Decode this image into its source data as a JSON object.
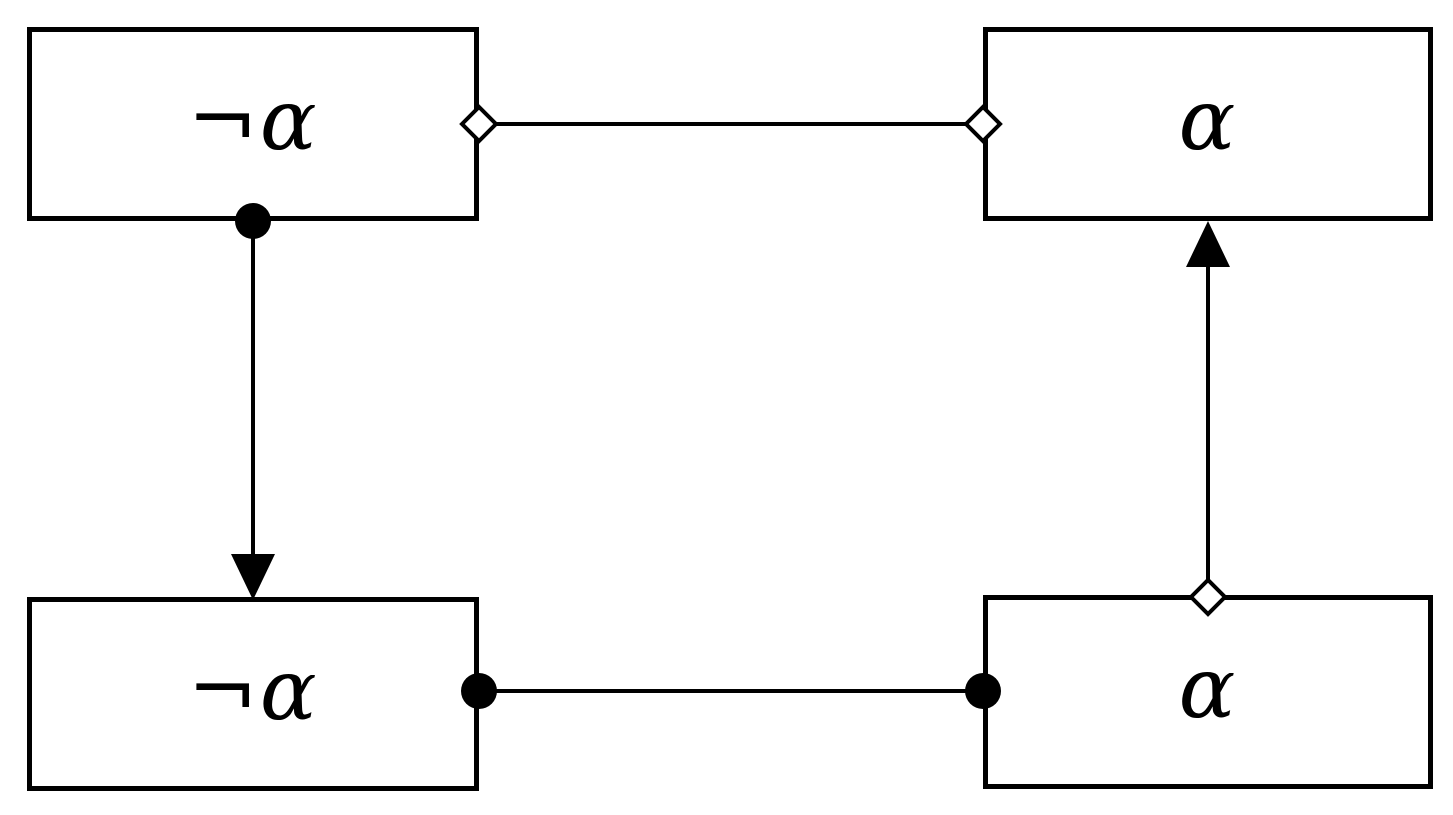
{
  "diagram": {
    "background_color": "#ffffff",
    "line_color": "#000000",
    "node_fill_color": "#ffffff",
    "nodes": [
      {
        "id": "top-left",
        "label": "¬α",
        "position": "top-left"
      },
      {
        "id": "top-right",
        "label": "α",
        "position": "top-right"
      },
      {
        "id": "bottom-left",
        "label": "¬α",
        "position": "bottom-left"
      },
      {
        "id": "bottom-right",
        "label": "α",
        "position": "bottom-right"
      }
    ],
    "edges": [
      {
        "id": "top",
        "from": "top-left",
        "to": "top-right",
        "from_marker": "open-diamond",
        "to_marker": "open-diamond",
        "orientation": "horizontal"
      },
      {
        "id": "left",
        "from": "top-left",
        "to": "bottom-left",
        "from_marker": "filled-circle",
        "to_marker": "filled-arrowhead",
        "orientation": "vertical"
      },
      {
        "id": "right",
        "from": "bottom-right",
        "to": "top-right",
        "from_marker": "open-diamond",
        "to_marker": "filled-arrowhead",
        "orientation": "vertical"
      },
      {
        "id": "bottom",
        "from": "bottom-left",
        "to": "bottom-right",
        "from_marker": "filled-circle",
        "to_marker": "filled-circle",
        "orientation": "horizontal"
      }
    ]
  }
}
